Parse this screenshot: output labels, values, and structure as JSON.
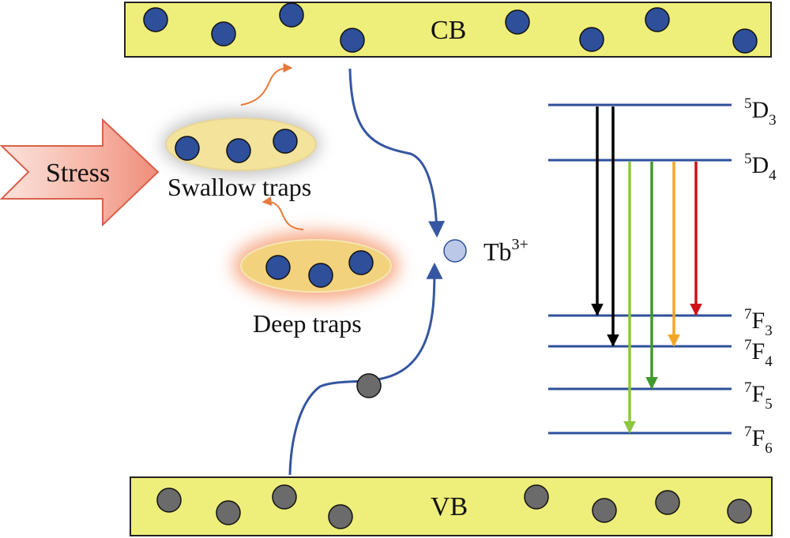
{
  "bands": {
    "cb_label": "CB",
    "vb_label": "VB",
    "band_fill": "#eeee7a",
    "electron_color": "#2e4f9a",
    "hole_color": "#6b6b6b"
  },
  "stress": {
    "label": "Stress"
  },
  "traps": {
    "shallow_label": "Swallow traps",
    "deep_label": "Deep traps"
  },
  "ion": {
    "label_main": "Tb",
    "label_sup": "3+"
  },
  "levels": [
    {
      "sup": "5",
      "main": "D",
      "sub": "3"
    },
    {
      "sup": "5",
      "main": "D",
      "sub": "4"
    },
    {
      "sup": "7",
      "main": "F",
      "sub": "3"
    },
    {
      "sup": "7",
      "main": "F",
      "sub": "4"
    },
    {
      "sup": "7",
      "main": "F",
      "sub": "5"
    },
    {
      "sup": "7",
      "main": "F",
      "sub": "6"
    }
  ],
  "transitions": [
    {
      "from": 0,
      "to": 2,
      "color": "#000000"
    },
    {
      "from": 0,
      "to": 3,
      "color": "#000000"
    },
    {
      "from": 1,
      "to": 5,
      "color": "#8dc63f"
    },
    {
      "from": 1,
      "to": 4,
      "color": "#3f9a2a"
    },
    {
      "from": 1,
      "to": 3,
      "color": "#f5a623"
    },
    {
      "from": 1,
      "to": 2,
      "color": "#d0111b"
    }
  ],
  "colors": {
    "level_line": "#2e4f9a",
    "path_line": "#3556a0",
    "detrap_arrow": "#e8783a"
  }
}
